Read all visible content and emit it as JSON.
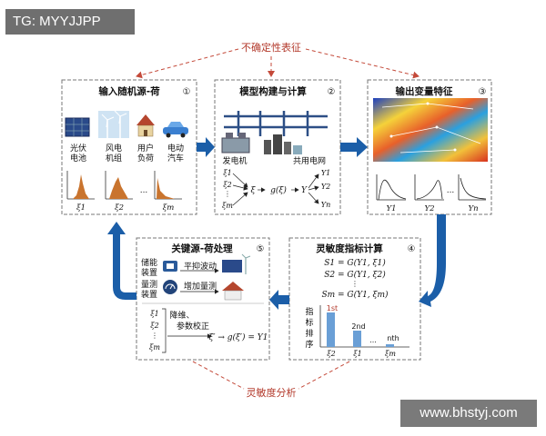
{
  "watermark_top": "TG: MYYJJPP",
  "watermark_bottom": "www.bhstyj.com",
  "top_label": "不确定性表征",
  "bottom_label": "灵敏度分析",
  "panel1": {
    "title": "输入随机源-荷",
    "num": "①",
    "items": [
      {
        "line1": "光伏",
        "line2": "电池"
      },
      {
        "line1": "风电",
        "line2": "机组"
      },
      {
        "line1": "用户",
        "line2": "负荷"
      },
      {
        "line1": "电动",
        "line2": "汽车"
      }
    ],
    "dots": "...",
    "xlabels": [
      "ξ1",
      "ξ2",
      "ξm"
    ]
  },
  "panel2": {
    "title": "模型构建与计算",
    "num": "②",
    "gen_label": "发电机",
    "grid_label": "共用电网",
    "xi": [
      "ξ1",
      "ξ2",
      "ξm"
    ],
    "vec": "ξ",
    "func": "g(ξ)",
    "Y": "Y",
    "outs": [
      "Y1",
      "Y2",
      "Yn"
    ],
    "dots": "⋮"
  },
  "panel3": {
    "title": "输出变量特征",
    "num": "③",
    "ylabels": [
      "Y1",
      "Y2",
      "Yn"
    ],
    "dots": "..."
  },
  "panel4": {
    "title": "灵敏度指标计算",
    "num": "④",
    "eqs": [
      "S1 = G(Y1, ξ1)",
      "S2 = G(Y1, ξ2)",
      "Sm = G(Y1, ξm)"
    ],
    "vdots": "⋮",
    "rank_label": [
      "指",
      "标",
      "排",
      "序"
    ],
    "ranks": [
      "1st",
      "2nd",
      "nth"
    ],
    "dots": "...",
    "xlabels": [
      "ξ2",
      "ξ1",
      "ξm"
    ]
  },
  "panel5": {
    "title": "关键源-荷处理",
    "num": "⑤",
    "row1_label": [
      "储能",
      "装置"
    ],
    "row1_action": "平抑波动",
    "row2_label": [
      "量测",
      "装置"
    ],
    "row2_action": "增加量测",
    "reduce_label": [
      "降维、",
      "参数校正"
    ],
    "xi": [
      "ξ1",
      "ξ2",
      "ξm"
    ],
    "vdots": "⋮",
    "eq": "ξ′ → g(ξ′) = Y1"
  },
  "colors": {
    "arrow_blue": "#1b5ea8",
    "dash_red": "#c44a3a",
    "bar_orange": "#c9742e",
    "rank_bar": "#6a9fd6"
  }
}
